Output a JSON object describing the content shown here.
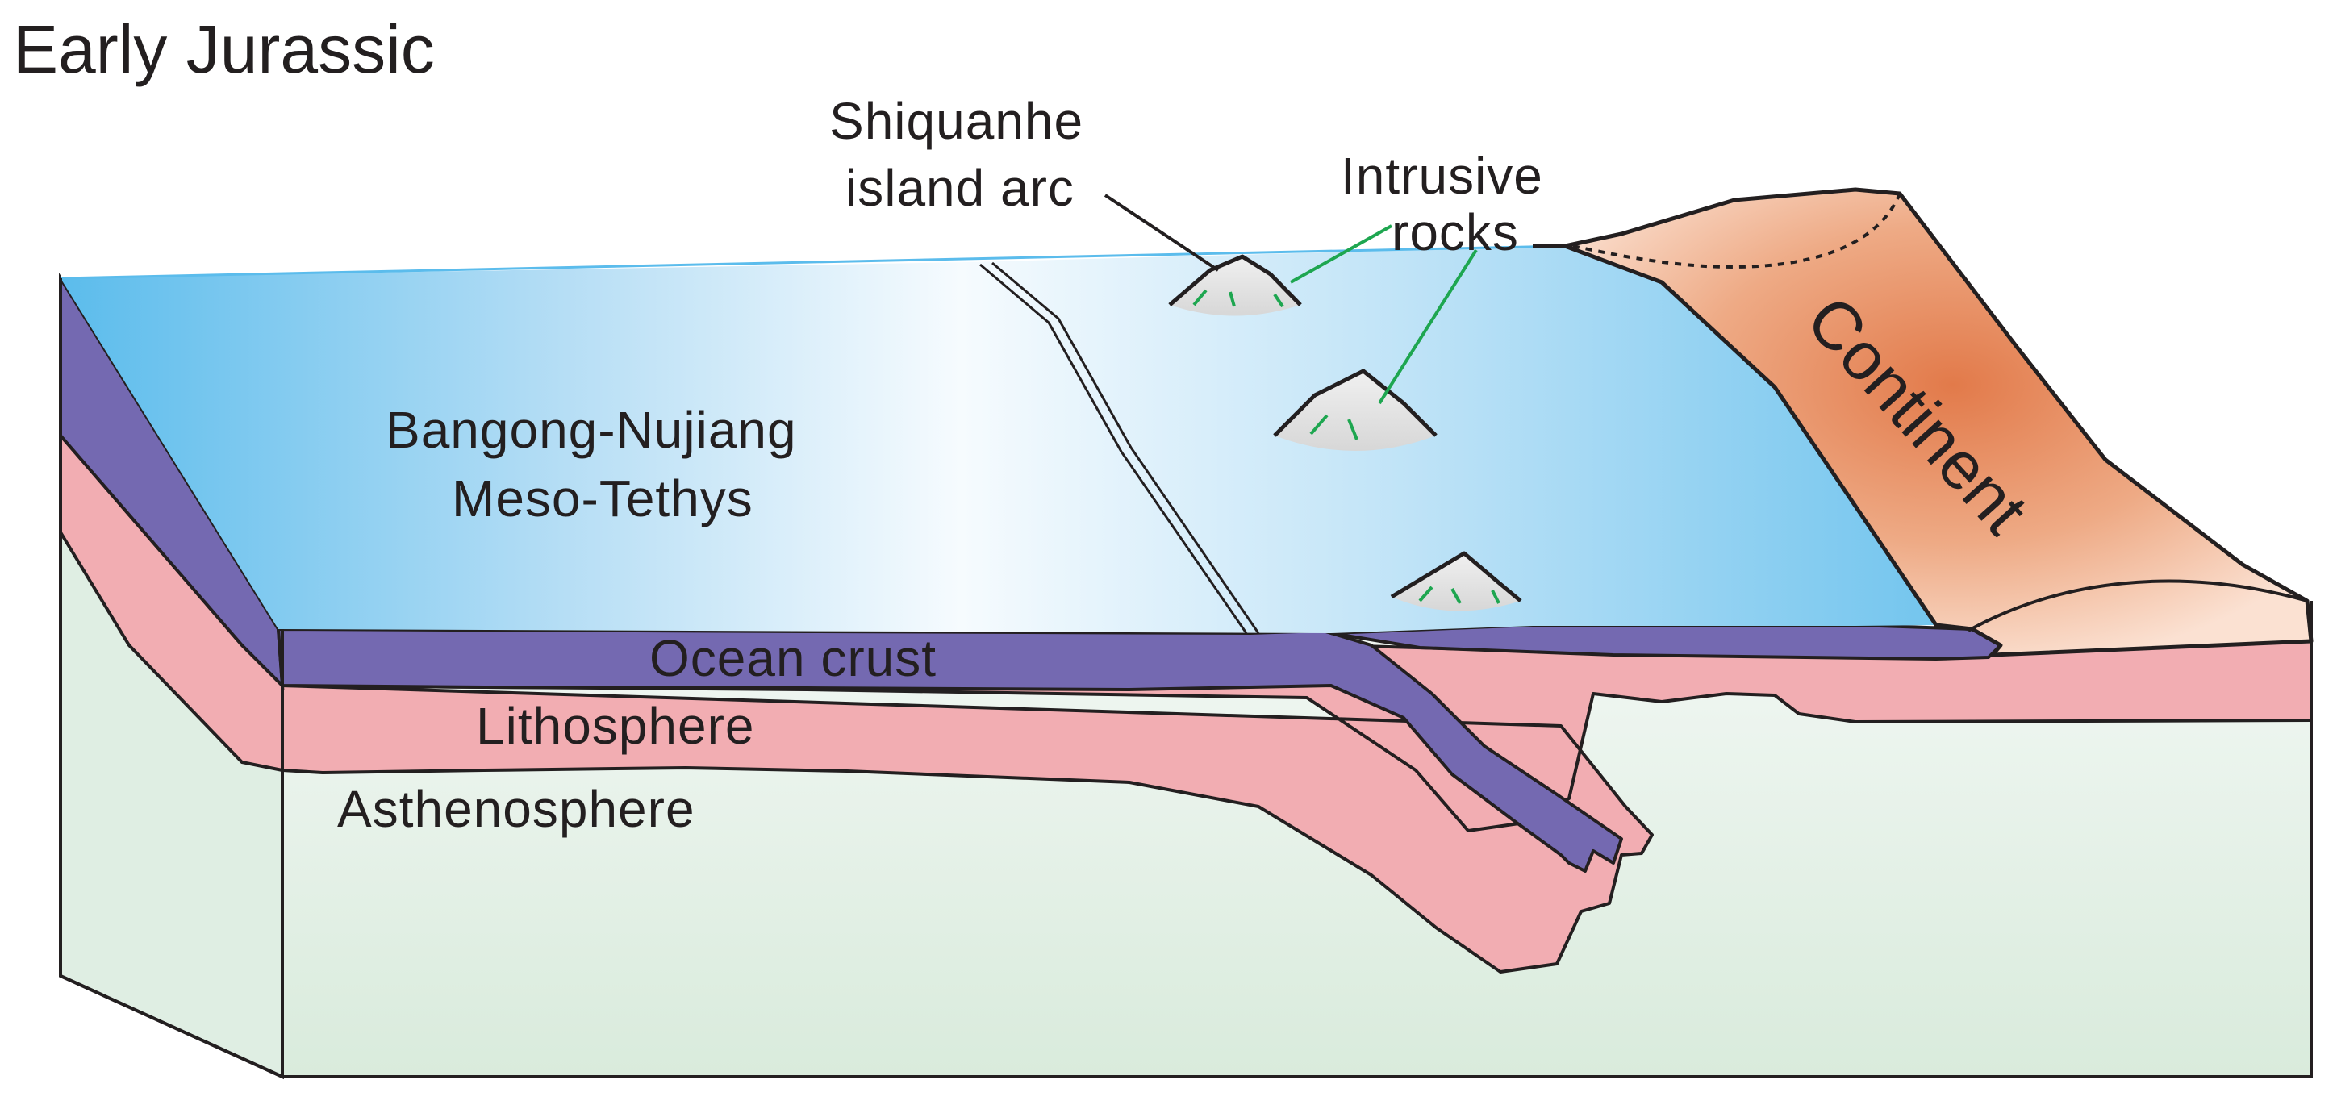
{
  "title": "Early Jurassic",
  "labels": {
    "ocean": [
      "Bangong-Nujiang",
      "Meso-Tethys"
    ],
    "arc": [
      "Shiquanhe",
      "island arc"
    ],
    "intrusive": [
      "Intrusive",
      "rocks"
    ],
    "continent": "Continent",
    "ocean_crust": "Ocean crust",
    "lithosphere": "Lithosphere",
    "asthenosphere": "Asthenosphere"
  },
  "colors": {
    "ocean_surface": "#5bbcec",
    "ocean_crust": "#7469b1",
    "lithosphere": "#f2adb2",
    "asthenosphere": "#dcece0",
    "continent": "#e8875a",
    "intrusion": "#1ea650"
  }
}
